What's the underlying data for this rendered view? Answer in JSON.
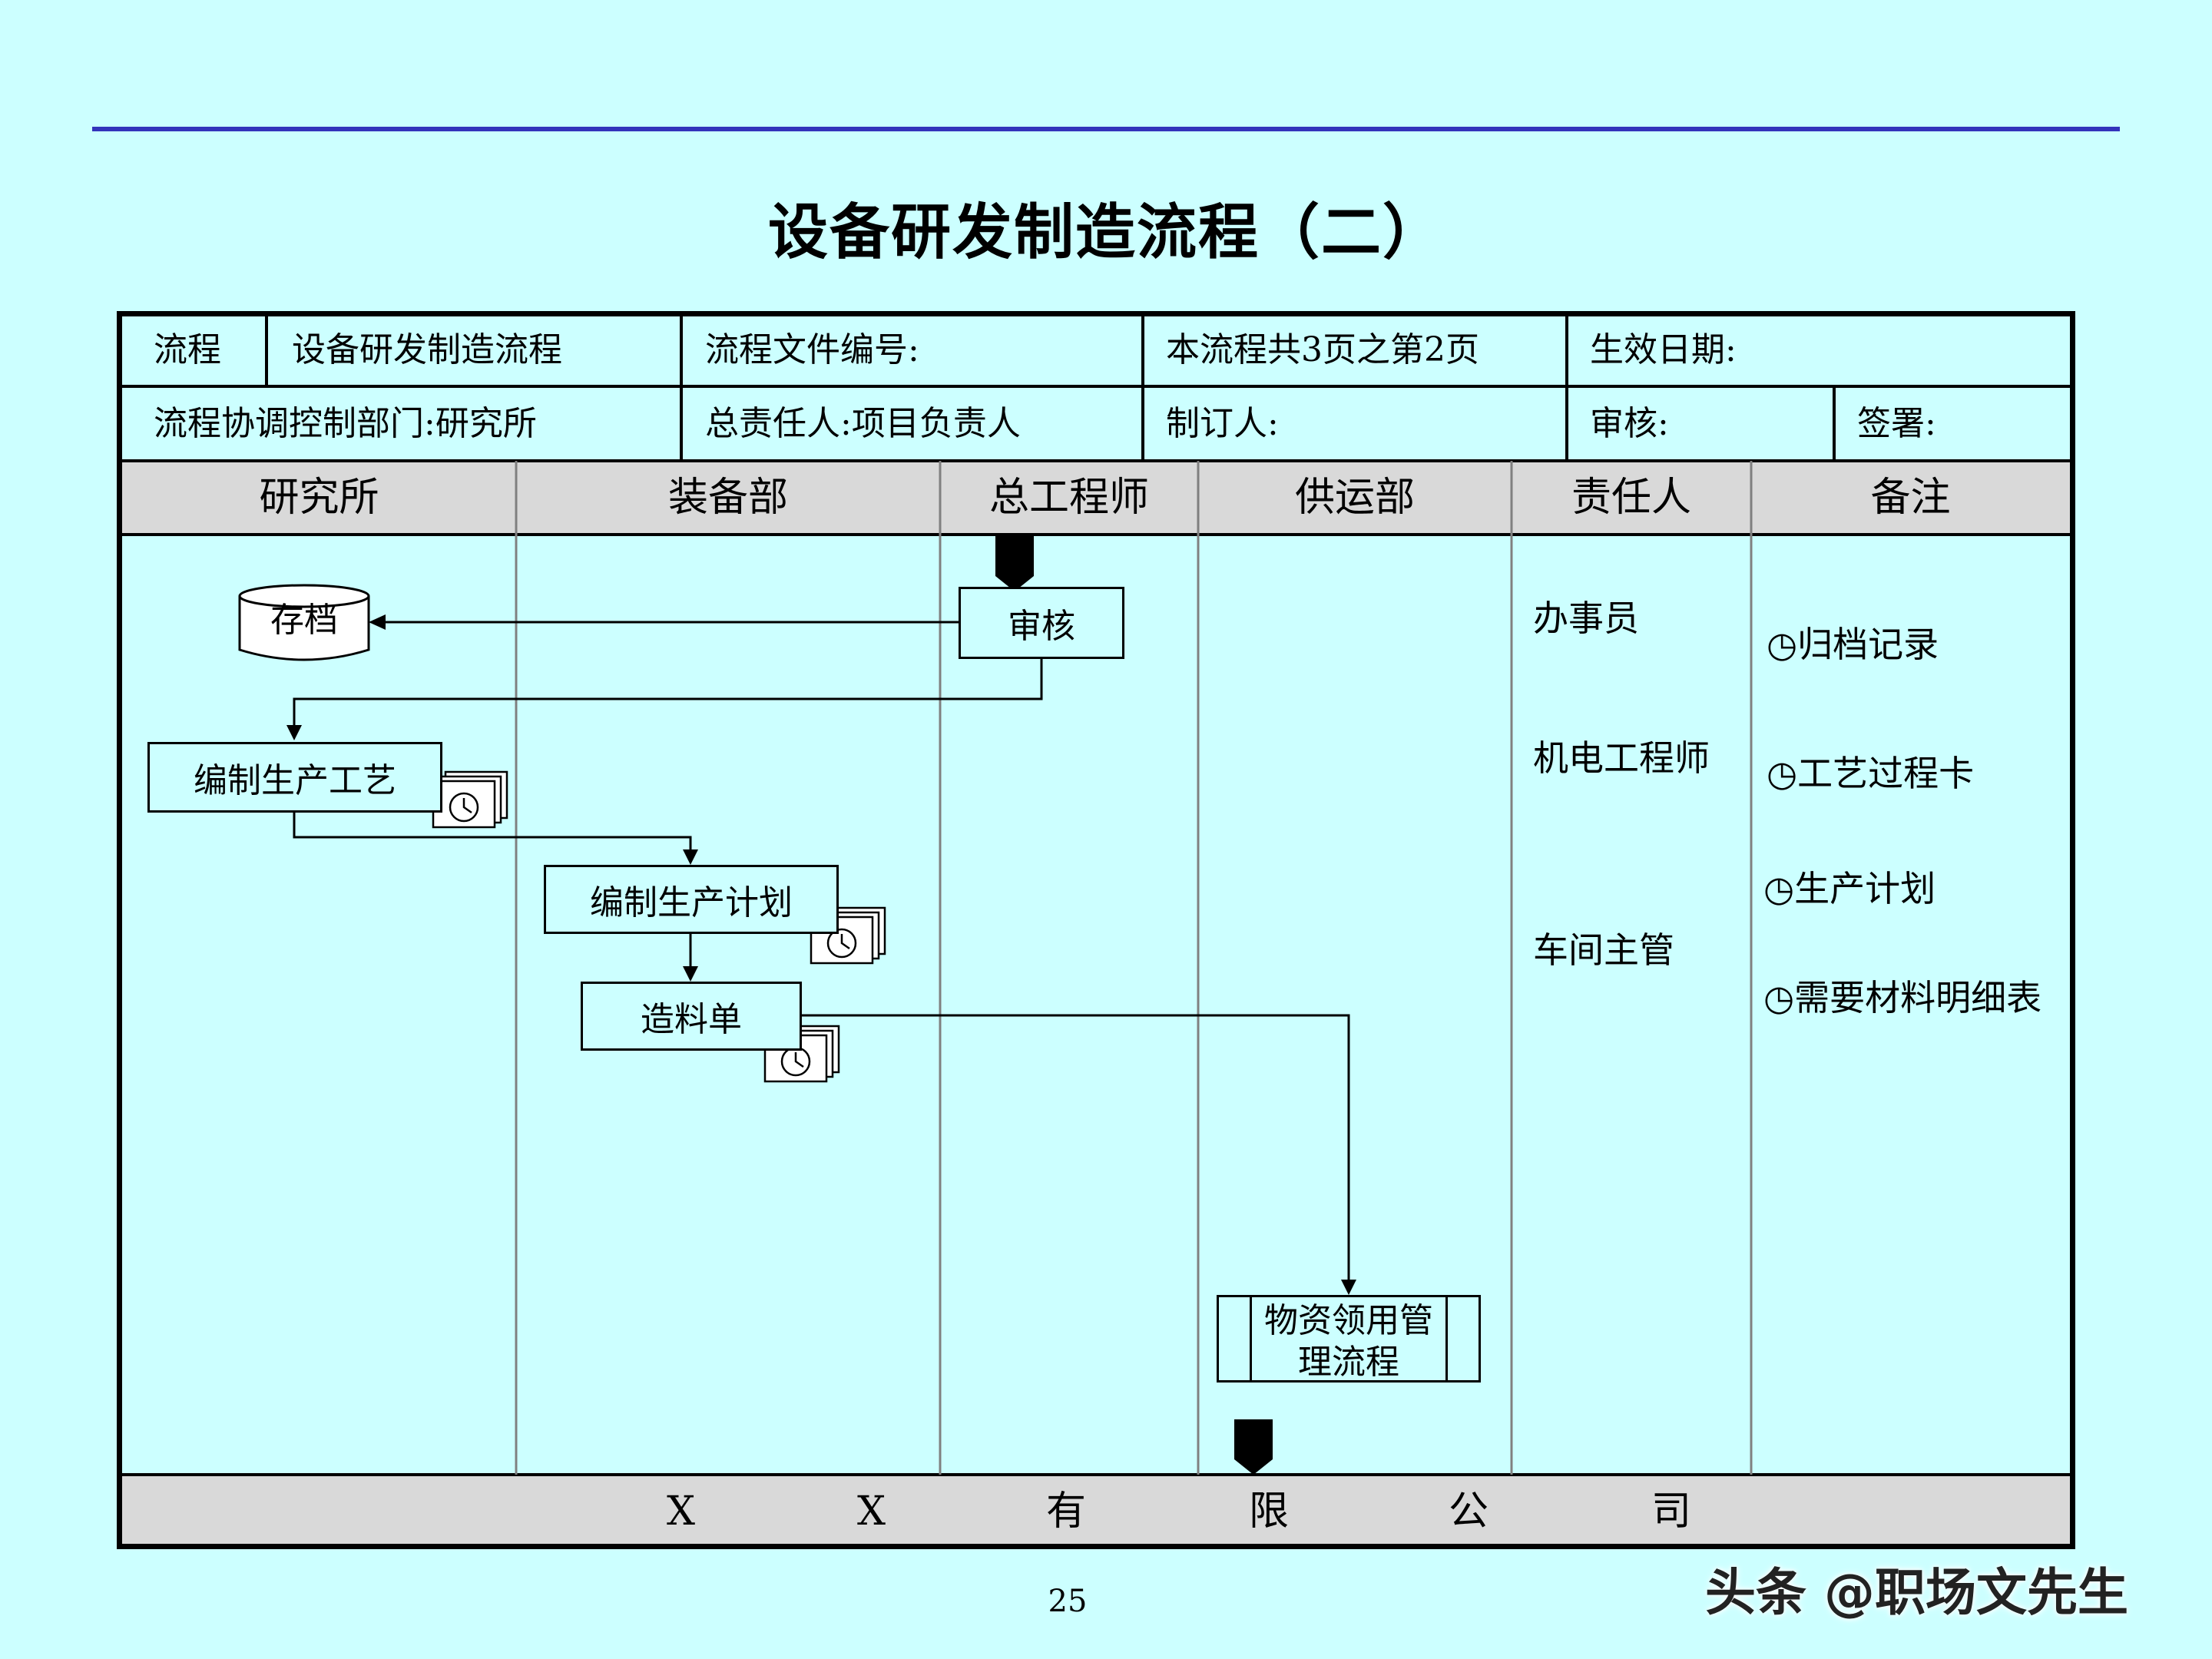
{
  "title": "设备研发制造流程（二）",
  "header": {
    "row1": {
      "label": "流程",
      "name": "设备研发制造流程",
      "file_no": "流程文件编号:",
      "pages": "本流程共3页之第2页",
      "effective": "生效日期:"
    },
    "row2": {
      "dept": "流程协调控制部门:研究所",
      "owner": "总责任人:项目负责人",
      "author": "制订人:",
      "reviewer": "审核:",
      "sign": "签署:"
    }
  },
  "columns": [
    "研究所",
    "装备部",
    "总工程师",
    "供运部",
    "责任人",
    "备注"
  ],
  "nodes": {
    "archive": "存档",
    "review": "审核",
    "process_plan": "编制生产工艺",
    "production_plan": "编制生产计划",
    "material_list": "造料单",
    "material_flow": "物资领用管理流程"
  },
  "responsible": [
    "办事员",
    "机电工程师",
    "车间主管"
  ],
  "notes": [
    "◷归档记录",
    "◷工艺过程卡",
    "◷生产计划",
    "◷需要材料明细表"
  ],
  "footer": [
    "X",
    "X",
    "有",
    "限",
    "公",
    "司"
  ],
  "page_number": "25",
  "watermark": "头条 @职场文先生",
  "colors": {
    "background": "#ccffff",
    "header_band": "#d9d9d9",
    "top_rule": "#3333bb",
    "lane_divider": "#808080"
  }
}
